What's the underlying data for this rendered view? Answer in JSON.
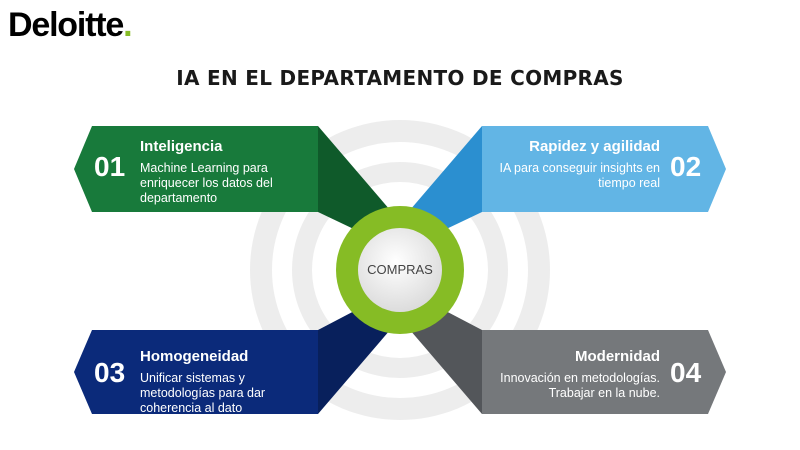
{
  "logo": {
    "name": "Deloitte",
    "dot": "."
  },
  "title": "IA EN EL DEPARTAMENTO DE COMPRAS",
  "hub": {
    "label": "COMPRAS"
  },
  "colors": {
    "card_01": "#187a3b",
    "card_01_dark": "#0f5a2a",
    "card_02": "#62b5e5",
    "card_02_dark": "#2b8fd0",
    "card_03": "#0b2a7a",
    "card_03_dark": "#08205c",
    "card_04": "#75787b",
    "card_04_dark": "#53565a",
    "hub_ring": "#86bc25",
    "brand_dot": "#86bc25"
  },
  "cards": [
    {
      "number": "01",
      "heading": "Inteligencia",
      "lines": [
        "Machine Learning para",
        "enriquecer los datos del",
        "departamento"
      ]
    },
    {
      "number": "02",
      "heading": "Rapidez y agilidad",
      "lines": [
        "IA para conseguir insights en",
        "tiempo real"
      ]
    },
    {
      "number": "03",
      "heading": "Homogeneidad",
      "lines": [
        "Unificar sistemas y",
        "metodologías para dar",
        "coherencia al dato"
      ]
    },
    {
      "number": "04",
      "heading": "Modernidad",
      "lines": [
        "Innovación en metodologías.",
        "Trabajar en la nube."
      ]
    }
  ]
}
